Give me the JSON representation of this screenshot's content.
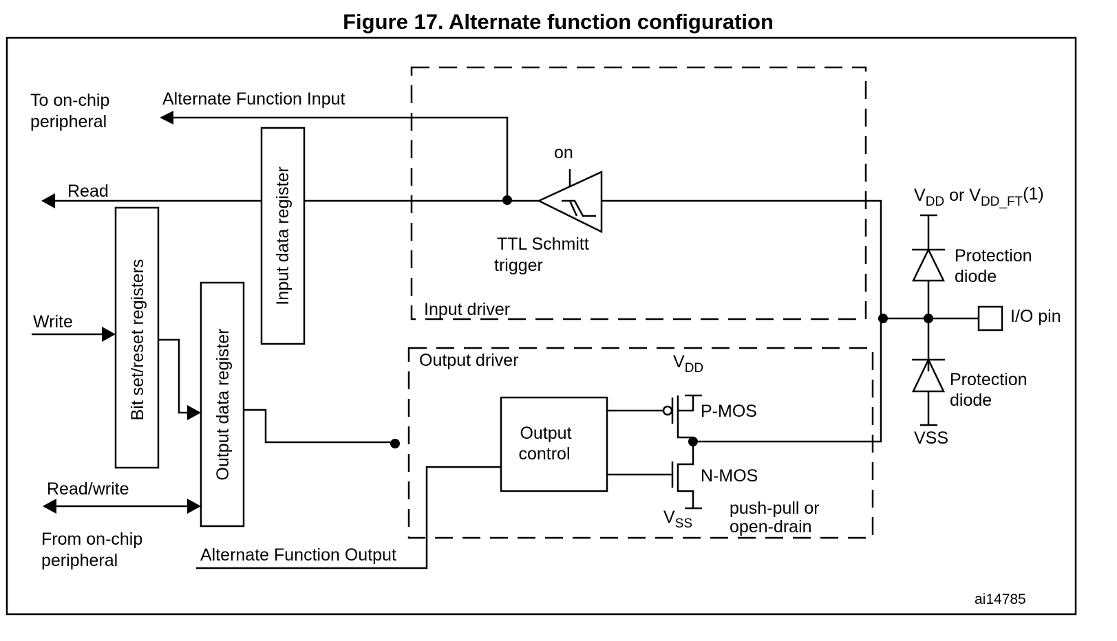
{
  "figure": {
    "title": "Figure 17. Alternate function configuration",
    "id_label": "ai14785"
  },
  "labels": {
    "to_on_chip_line1": "To on-chip",
    "to_on_chip_line2": "peripheral",
    "alt_func_input": "Alternate Function Input",
    "read": "Read",
    "write": "Write",
    "read_write": "Read/write",
    "from_on_chip_line1": "From on-chip",
    "from_on_chip_line2": "peripheral",
    "alt_func_output": "Alternate Function Output",
    "on": "on",
    "schmitt_line1": "TTL Schmitt",
    "schmitt_line2": "trigger",
    "input_driver": "Input driver",
    "output_driver": "Output driver",
    "output_control_line1": "Output",
    "output_control_line2": "control",
    "vdd_main": "V",
    "vdd_sub": "DD",
    "vss_main": "V",
    "vss_sub": "SS",
    "pmos": "P-MOS",
    "nmos": "N-MOS",
    "push_pull_line1": "push-pull or",
    "push_pull_line2": "open-drain",
    "vdd_or_vddft_v1": "V",
    "vdd_or_vddft_s1": "DD",
    "vdd_or_vddft_or": " or V",
    "vdd_or_vddft_s2": "DD_FT",
    "vdd_or_vddft_note": "(1)",
    "protection_diode_line1": "Protection",
    "protection_diode_line2": "diode",
    "io_pin": "I/O pin",
    "vss_pin": "VSS"
  },
  "registers": {
    "input_data": "Input data register",
    "bit_set_reset": "Bit set/reset registers",
    "output_data": "Output data register"
  }
}
